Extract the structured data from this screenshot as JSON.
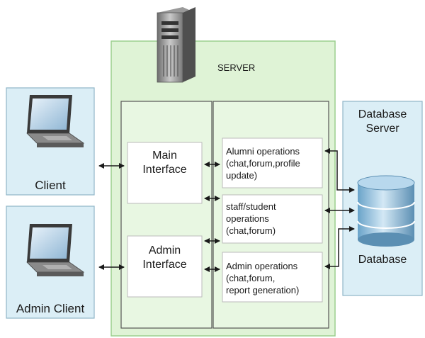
{
  "server": {
    "label": "SERVER"
  },
  "clients": [
    {
      "label": "Client",
      "icon": "laptop-icon"
    },
    {
      "label": "Admin Client",
      "icon": "laptop-icon"
    }
  ],
  "interfaces": {
    "main": "Main\nInterface",
    "admin": "Admin\nInterface"
  },
  "operations": [
    "Alumni operations\n(chat,forum,profile\nupdate)",
    "staff/student\noperations\n(chat,forum)",
    "Admin operations\n(chat,forum,\nreport generation)"
  ],
  "database_server": {
    "title": "Database\nServer",
    "db_label": "Database",
    "icon": "database-icon"
  },
  "colors": {
    "server_panel": "#dff3d6",
    "server_border": "#9ccf8e",
    "client_panel": "#dbeef6",
    "client_border": "#8fb6c8",
    "db_panel": "#dbeef6",
    "arrow": "#1a1a1a"
  }
}
